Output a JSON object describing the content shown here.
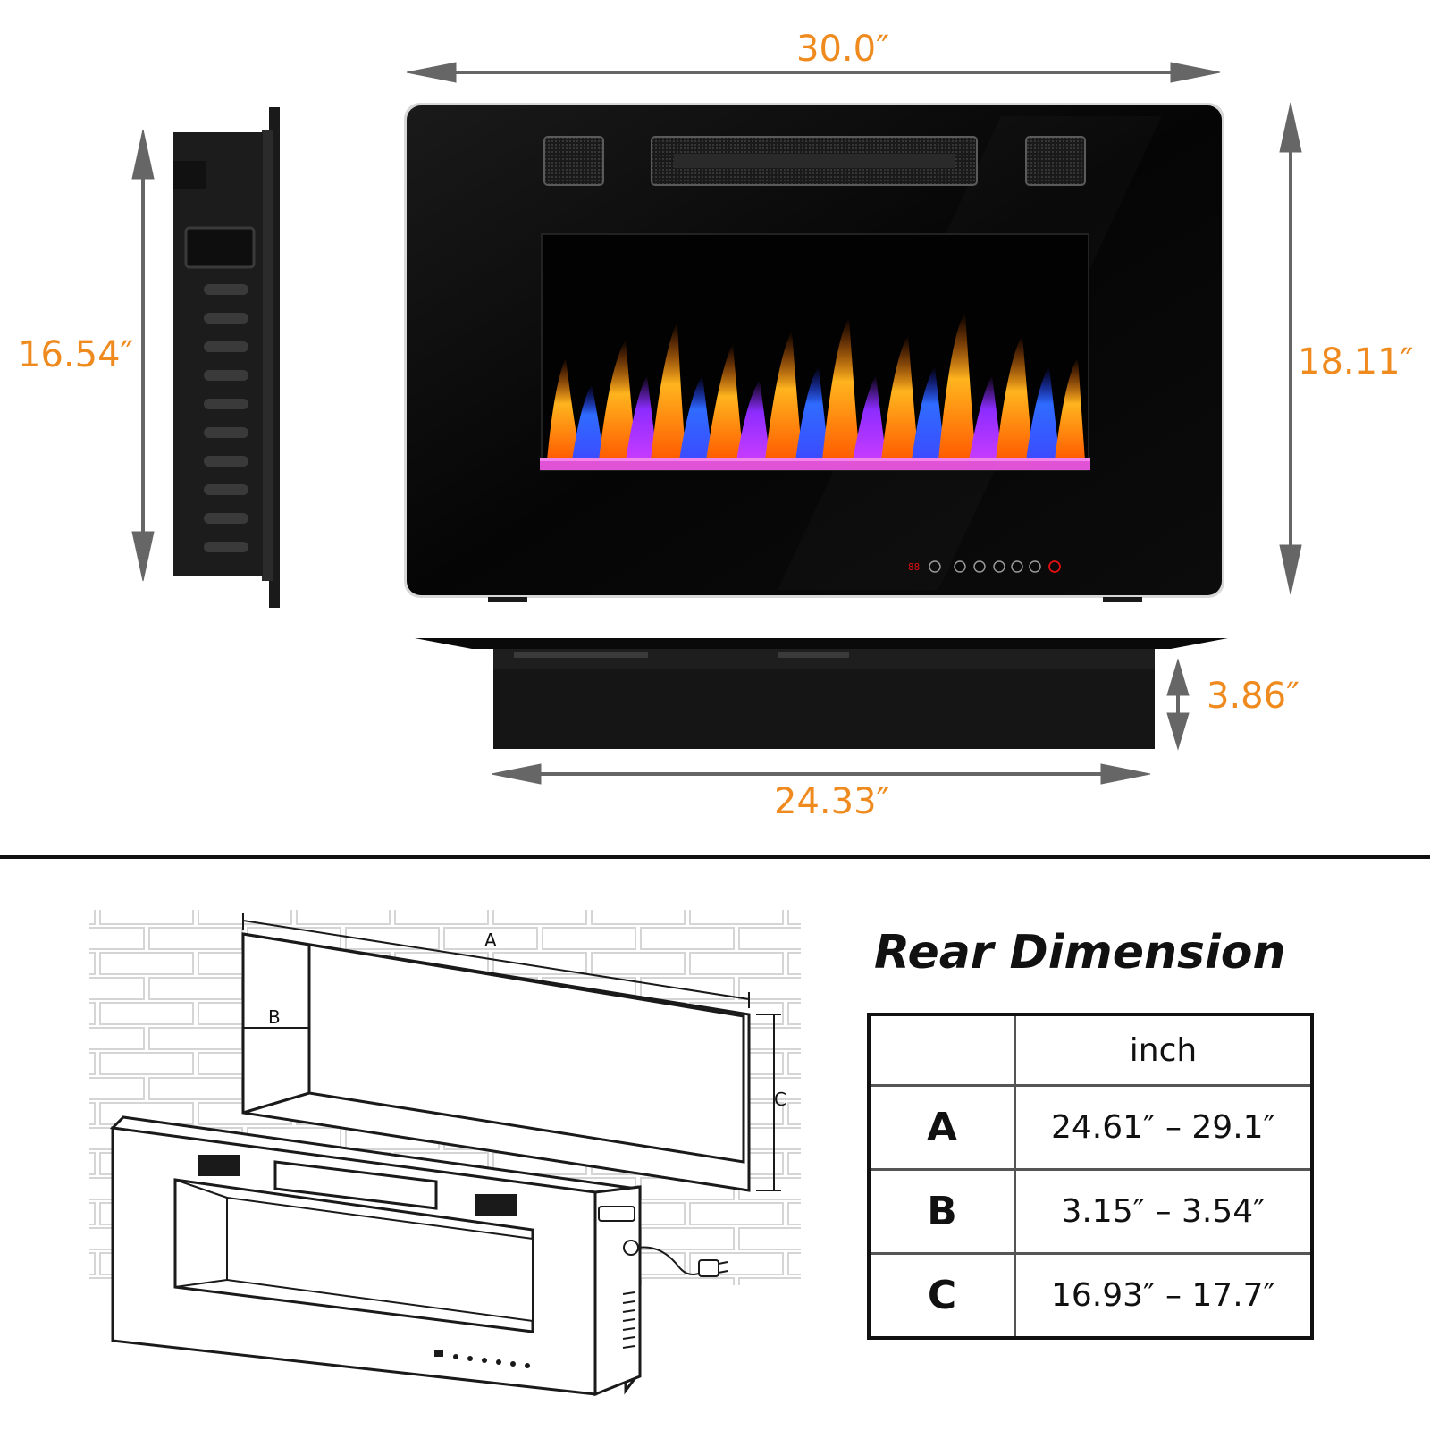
{
  "top": {
    "width_label": "30.0″",
    "height_label": "18.11″",
    "side_height_label": "16.54″",
    "depth_label": "3.86″",
    "body_width_label": "24.33″"
  },
  "rear": {
    "title": "Rear Dimension",
    "unit_header": "inch",
    "diagram_labels": {
      "a": "A",
      "b": "B",
      "c": "C"
    },
    "rows": [
      {
        "key": "A",
        "value": "24.61″ – 29.1″"
      },
      {
        "key": "B",
        "value": "3.15″ – 3.54″"
      },
      {
        "key": "C",
        "value": "16.93″ – 17.7″"
      }
    ]
  },
  "colors": {
    "accent": "#ef8a1e",
    "arrow": "#666666",
    "panel": "#050505"
  },
  "icons": [
    "dimension-arrow",
    "fireplace-front",
    "fireplace-side",
    "fireplace-top",
    "recess-diagram",
    "power-plug",
    "control-buttons"
  ]
}
